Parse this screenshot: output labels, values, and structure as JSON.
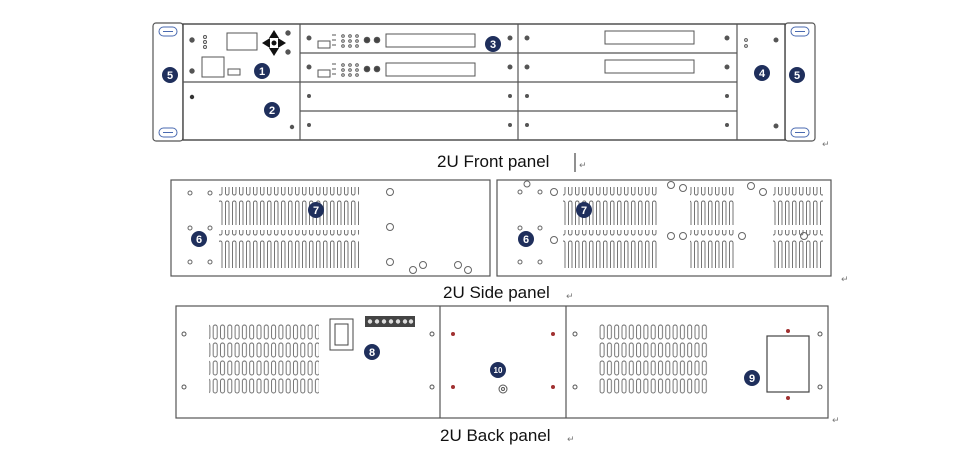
{
  "captions": {
    "front": "2U Front panel",
    "side": "2U Side panel",
    "back": "2U Back panel"
  },
  "callouts": {
    "c1": "1",
    "c2": "2",
    "c3": "3",
    "c4": "4",
    "c5": "5",
    "c6": "6",
    "c7": "7",
    "c8": "8",
    "c9": "9",
    "c10": "10"
  },
  "return_mark": "↵",
  "colors": {
    "line": "#555555",
    "panel": "#ffffff",
    "badge": "#1f2f5c",
    "screw_red": "#a03030"
  }
}
